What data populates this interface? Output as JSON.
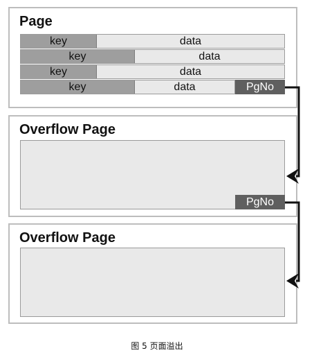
{
  "page": {
    "title": "Page",
    "rows": [
      {
        "key": "key",
        "data": "data"
      },
      {
        "key": "key",
        "data": "data"
      },
      {
        "key": "key",
        "data": "data"
      },
      {
        "key": "key",
        "data": "data"
      }
    ],
    "pgno": "PgNo"
  },
  "overflow_1": {
    "title": "Overflow Page",
    "pgno": "PgNo"
  },
  "overflow_2": {
    "title": "Overflow Page"
  },
  "caption": "图 5 页面溢出"
}
